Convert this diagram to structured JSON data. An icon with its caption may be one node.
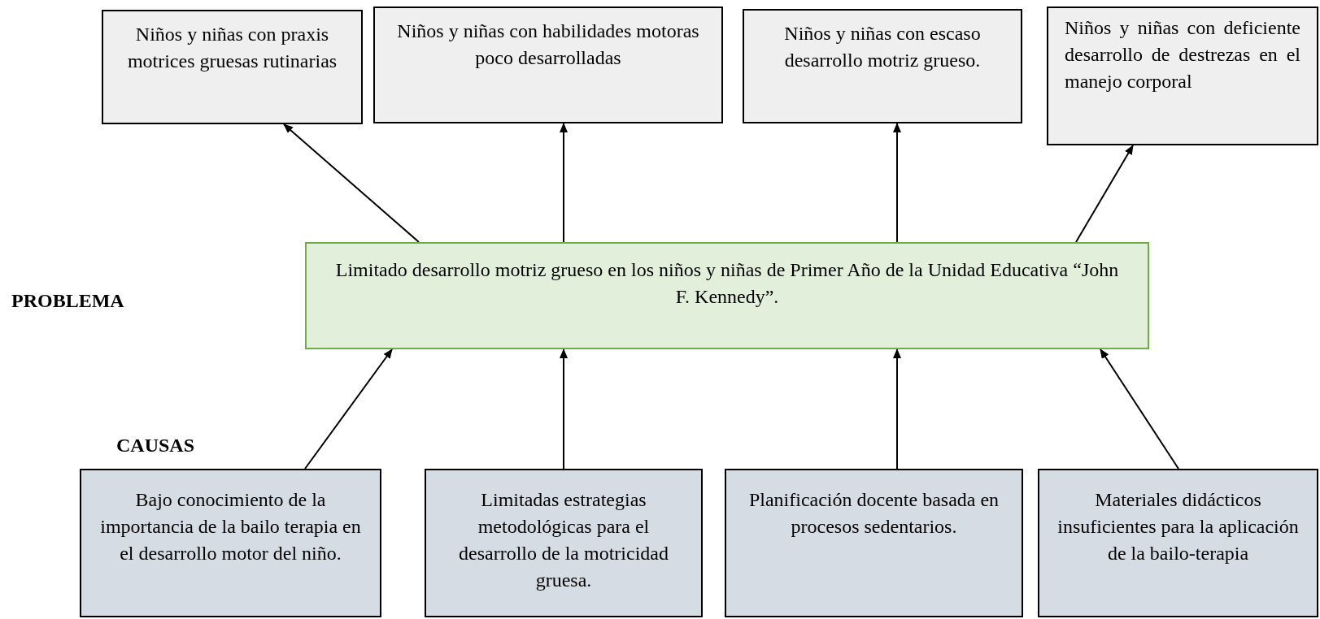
{
  "diagram": {
    "nodes": [
      {
        "text": [
          "Niños y niñas con praxis motrices gruesas rutinarias"
        ]
      },
      {
        "text": [
          "Niños y niñas con habilidades motoras poco desarrolladas"
        ]
      },
      {
        "text": [
          "Niños y niñas con escaso desarrollo motriz grueso."
        ]
      },
      {
        "text": [
          "Niños y niñas con deficiente desarrollo de destrezas en el manejo corporal"
        ]
      },
      {
        "text": [
          "Limitado desarrollo motriz grueso en los niños y niñas de Primer Año de la Unidad Educativa “John F. Kennedy”."
        ]
      },
      {
        "text": [
          "Bajo conocimiento de la importancia de la bailo terapia en el desarrollo motor del niño."
        ]
      },
      {
        "text": [
          "Limitadas estrategias metodológicas para el desarrollo de la motricidad gruesa."
        ]
      },
      {
        "text": [
          "Planificación docente basada en procesos sedentarios."
        ]
      },
      {
        "text": [
          "Materiales didácticos insuficientes para la aplicación de la bailo-terapia"
        ]
      }
    ],
    "edges": [
      {
        "from": 4,
        "to": 0,
        "arrow": "to"
      },
      {
        "from": 4,
        "to": 1,
        "arrow": "to"
      },
      {
        "from": 4,
        "to": 2,
        "arrow": "to"
      },
      {
        "from": 4,
        "to": 3,
        "arrow": "to"
      },
      {
        "from": 5,
        "to": 4,
        "arrow": "to"
      },
      {
        "from": 6,
        "to": 4,
        "arrow": "to"
      },
      {
        "from": 7,
        "to": 4,
        "arrow": "to"
      },
      {
        "from": 8,
        "to": 4,
        "arrow": "to"
      }
    ],
    "labels": [
      "PROBLEMA",
      "CAUSAS"
    ]
  }
}
